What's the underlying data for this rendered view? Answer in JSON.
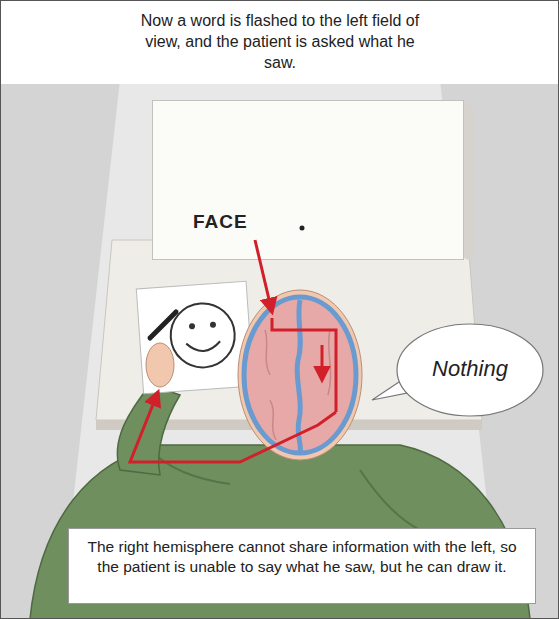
{
  "diagram": {
    "title": "Now a word is flashed to the left field of view, and the patient is asked what he saw.",
    "nodes": [
      {
        "text": [
          "FACE"
        ]
      },
      {
        "text": [
          "Nothing"
        ]
      },
      {
        "text": [
          "The right hemisphere cannot share information with the left, so the patient is unable to say what he saw, but he can draw it."
        ]
      }
    ]
  }
}
